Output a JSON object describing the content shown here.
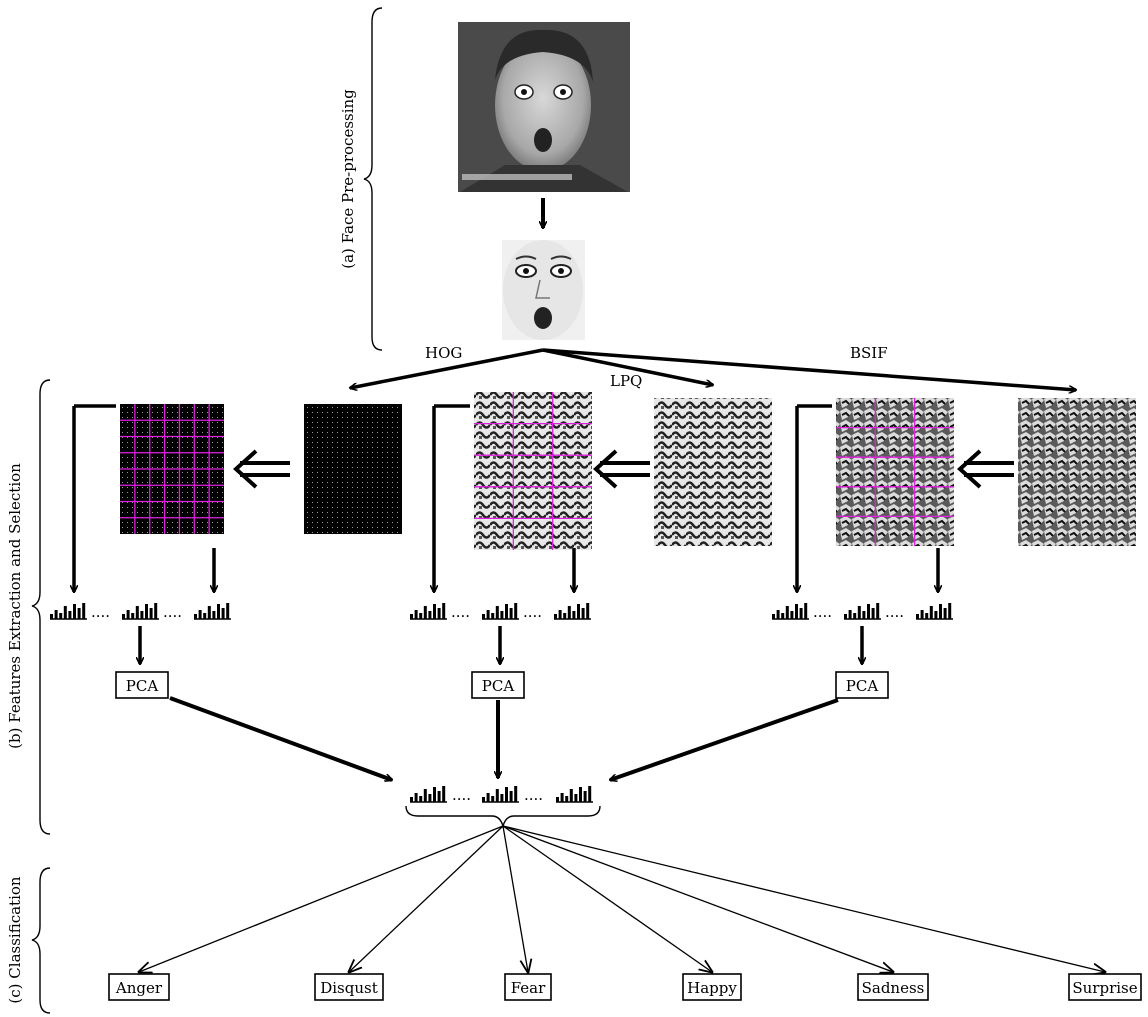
{
  "sections": {
    "a": "(a) Face Pre-processing",
    "b": "(b) Features Extraction and Selection",
    "c": "(c) Classification"
  },
  "branches": [
    {
      "id": "hog",
      "label": "HOG",
      "pca": "PCA"
    },
    {
      "id": "lpq",
      "label": "LPQ",
      "pca": "PCA"
    },
    {
      "id": "bsif",
      "label": "BSIF",
      "pca": "PCA"
    }
  ],
  "histogram_dots": "....",
  "classes": [
    "Anger",
    "Disqust",
    "Fear",
    "Happy",
    "Sadness",
    "Surprise"
  ],
  "colors": {
    "grid": "#e020e0",
    "stroke": "#000000"
  }
}
